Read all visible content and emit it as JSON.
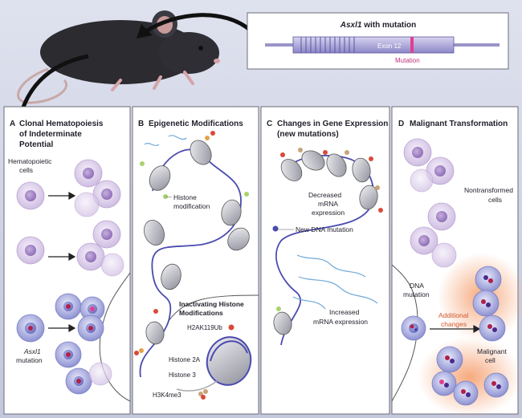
{
  "gene_box": {
    "title_gene": "Asxl1",
    "title_rest": " with mutation",
    "exon_label": "Exon 12",
    "mutation_label": "Mutation"
  },
  "panels": [
    {
      "letter": "A",
      "title": [
        "Clonal Hematopoiesis",
        "of Indeterminate",
        "Potential"
      ]
    },
    {
      "letter": "B",
      "title": [
        "Epigenetic Modifications"
      ]
    },
    {
      "letter": "C",
      "title": [
        "Changes in Gene Expression",
        "(new mutations)"
      ]
    },
    {
      "letter": "D",
      "title": [
        "Malignant Transformation"
      ]
    }
  ],
  "panel_a": {
    "hematopoietic_cells": [
      "Hematopoietic",
      "cells"
    ],
    "asxl1_mutation": [
      "Asxl1",
      "mutation"
    ]
  },
  "panel_b": {
    "histone_modification": [
      "Histone",
      "modification"
    ],
    "inactivating": [
      "Inactivating Histone",
      "Modifications"
    ],
    "h2ak119ub": "H2AK119Ub",
    "histone_2a": "Histone 2A",
    "histone_3": "Histone 3",
    "h3k4me3": "H3K4me3"
  },
  "panel_c": {
    "decreased": [
      "Decreased",
      "mRNA",
      "expression"
    ],
    "new_dna_mutation": "New DNA mutation",
    "increased": [
      "Increased",
      "mRNA expression"
    ]
  },
  "panel_d": {
    "nontransformed": [
      "Nontransformed",
      "cells"
    ],
    "dna_mutation": [
      "DNA",
      "mutation"
    ],
    "additional_changes": [
      "Additional",
      "changes"
    ],
    "malignant_cell": [
      "Malignant",
      "cell"
    ]
  },
  "colors": {
    "panel_bg": "#ffffff",
    "panel_border": "#6c6c78",
    "cell_lilac": "#d9c9e6",
    "cell_nucleus": "#a98ac8",
    "cell_blue": "#9fa4dd",
    "mutation_red": "#b0204a",
    "mutation_pink": "#e0408e",
    "malignant_glow": "#f2a477",
    "dna_strand": "#4a4ab0",
    "additional_text": "#d1552a"
  }
}
